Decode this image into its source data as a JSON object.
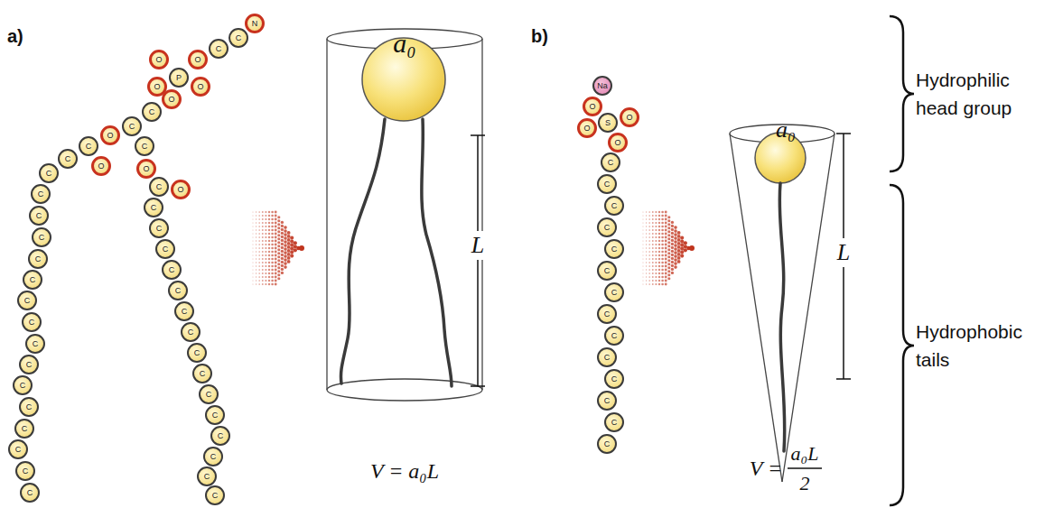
{
  "diagram": {
    "nodes": [
      {
        "text": [
          "N"
        ]
      },
      {
        "text": [
          "C"
        ]
      },
      {
        "text": [
          "C"
        ]
      },
      {
        "text": [
          "O"
        ]
      },
      {
        "text": [
          "P"
        ]
      },
      {
        "text": [
          "O"
        ]
      },
      {
        "text": [
          "O"
        ]
      },
      {
        "text": [
          "O"
        ]
      },
      {
        "text": [
          "O"
        ]
      },
      {
        "text": [
          "C"
        ]
      },
      {
        "text": [
          "C"
        ]
      },
      {
        "text": [
          "O"
        ]
      },
      {
        "text": [
          "C"
        ]
      },
      {
        "text": [
          "O"
        ]
      },
      {
        "text": [
          "C"
        ]
      },
      {
        "text": [
          "O"
        ]
      },
      {
        "text": [
          "C"
        ]
      },
      {
        "text": [
          "O"
        ]
      },
      {
        "text": [
          "C"
        ]
      },
      {
        "text": [
          "C"
        ]
      },
      {
        "text": [
          "C"
        ]
      },
      {
        "text": [
          "C"
        ]
      },
      {
        "text": [
          "C"
        ]
      },
      {
        "text": [
          "C"
        ]
      },
      {
        "text": [
          "C"
        ]
      },
      {
        "text": [
          "C"
        ]
      },
      {
        "text": [
          "C"
        ]
      },
      {
        "text": [
          "C"
        ]
      },
      {
        "text": [
          "C"
        ]
      },
      {
        "text": [
          "C"
        ]
      },
      {
        "text": [
          "C"
        ]
      },
      {
        "text": [
          "C"
        ]
      },
      {
        "text": [
          "C"
        ]
      },
      {
        "text": [
          "C"
        ]
      },
      {
        "text": [
          "C"
        ]
      },
      {
        "text": [
          "C"
        ]
      },
      {
        "text": [
          "C"
        ]
      },
      {
        "text": [
          "C"
        ]
      },
      {
        "text": [
          "C"
        ]
      },
      {
        "text": [
          "C"
        ]
      },
      {
        "text": [
          "C"
        ]
      },
      {
        "text": [
          "C"
        ]
      },
      {
        "text": [
          "C"
        ]
      },
      {
        "text": [
          "C"
        ]
      },
      {
        "text": [
          "C"
        ]
      },
      {
        "text": [
          "C"
        ]
      },
      {
        "text": [
          "C"
        ]
      },
      {
        "text": [
          "C"
        ]
      },
      {
        "text": [
          "C"
        ]
      },
      {
        "text": [
          "C"
        ]
      },
      {
        "text": [
          "Na"
        ]
      },
      {
        "text": [
          "O"
        ]
      },
      {
        "text": [
          "S"
        ]
      },
      {
        "text": [
          "O"
        ]
      },
      {
        "text": [
          "O"
        ]
      },
      {
        "text": [
          "O"
        ]
      },
      {
        "text": [
          "C"
        ]
      },
      {
        "text": [
          "C"
        ]
      },
      {
        "text": [
          "C"
        ]
      },
      {
        "text": [
          "C"
        ]
      },
      {
        "text": [
          "C"
        ]
      },
      {
        "text": [
          "C"
        ]
      },
      {
        "text": [
          "C"
        ]
      },
      {
        "text": [
          "C"
        ]
      },
      {
        "text": [
          "C"
        ]
      },
      {
        "text": [
          "C"
        ]
      },
      {
        "text": [
          "C"
        ]
      },
      {
        "text": [
          "C"
        ]
      },
      {
        "text": [
          "C"
        ]
      },
      {
        "text": [
          "C"
        ]
      }
    ],
    "labels": [
      "a)",
      "a₀",
      "L",
      "V = a₀L",
      "b)",
      "a₀",
      "L",
      "V =",
      "a₀L",
      "2",
      "Hydrophilic head group",
      "Hydrophobic tails"
    ]
  }
}
